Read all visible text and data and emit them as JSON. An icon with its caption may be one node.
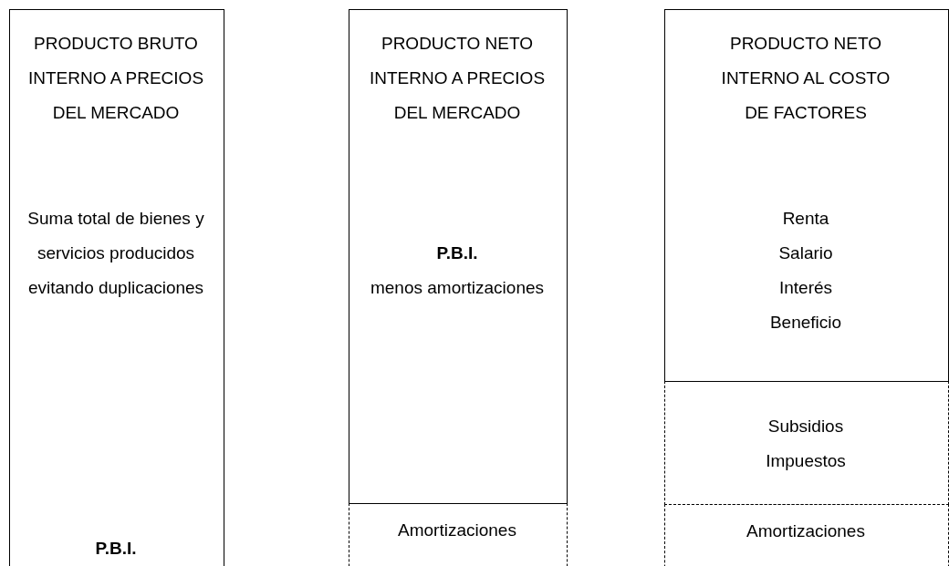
{
  "diagram": {
    "nodes": [
      {
        "text": [
          "PRODUCTO BRUTO INTERNO A PRECIOS DEL MERCADO",
          "Suma total de bienes y servicios producidos evitando duplicaciones",
          "P.B.I."
        ]
      },
      {
        "text": [
          "PRODUCTO NETO INTERNO A PRECIOS DEL MERCADO",
          "P.B.I.",
          "menos amortizaciones"
        ]
      },
      {
        "text": [
          "Amortizaciones"
        ]
      },
      {
        "text": [
          "PRODUCTO NETO INTERNO AL COSTO DE FACTORES",
          "Renta",
          "Salario",
          "Interés",
          "Beneficio"
        ]
      },
      {
        "text": [
          "Subsidios",
          "Impuestos"
        ]
      },
      {
        "text": [
          "Amortizaciones"
        ]
      }
    ]
  }
}
